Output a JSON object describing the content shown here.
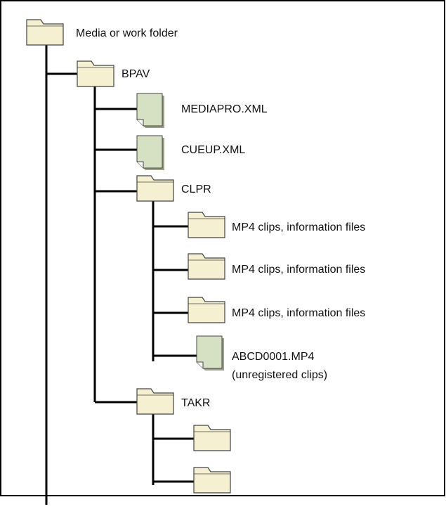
{
  "colors": {
    "folder_fill": "#f5f0d2",
    "folder_stroke": "#444444",
    "file_fill": "#d6e0c3",
    "line": "#000000",
    "frame": "#000000"
  },
  "nodes": [
    {
      "id": "root",
      "icon": "folder-icon",
      "label": [
        "Media or work folder"
      ]
    },
    {
      "id": "bpav",
      "icon": "folder-icon",
      "label": [
        "BPAV"
      ]
    },
    {
      "id": "mediapro",
      "icon": "file-icon",
      "label": [
        "MEDIAPRO.XML"
      ]
    },
    {
      "id": "cueup",
      "icon": "file-icon",
      "label": [
        "CUEUP.XML"
      ]
    },
    {
      "id": "clpr",
      "icon": "folder-icon",
      "label": [
        "CLPR"
      ]
    },
    {
      "id": "clpr-sub-1",
      "icon": "folder-icon",
      "label": [
        "MP4 clips, information files"
      ]
    },
    {
      "id": "clpr-sub-2",
      "icon": "folder-icon",
      "label": [
        "MP4 clips, information files"
      ]
    },
    {
      "id": "clpr-sub-3",
      "icon": "folder-icon",
      "label": [
        "MP4 clips, information files"
      ]
    },
    {
      "id": "abcd",
      "icon": "file-icon",
      "label": [
        "ABCD0001.MP4",
        "(unregistered clips)"
      ]
    },
    {
      "id": "takr",
      "icon": "folder-icon",
      "label": [
        "TAKR"
      ]
    },
    {
      "id": "takr-sub-1",
      "icon": "folder-icon",
      "label": []
    },
    {
      "id": "takr-sub-2",
      "icon": "folder-icon",
      "label": []
    }
  ]
}
